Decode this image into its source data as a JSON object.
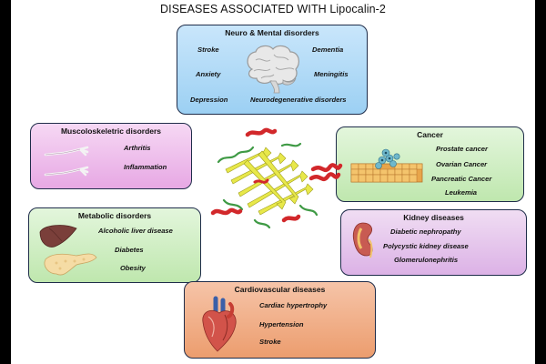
{
  "title": "DISEASES ASSOCIATED WITH Lipocalin-2",
  "boxes": {
    "neuro": {
      "heading": "Neuro & Mental disorders",
      "items": [
        "Stroke",
        "Dementia",
        "Anxiety",
        "Meningitis",
        "Depression",
        "Neurodegenerative disorders"
      ],
      "icon": "brain-icon"
    },
    "musculo": {
      "heading": "Muscoloskeletric disorders",
      "items": [
        "Arthritis",
        "Inflammation"
      ],
      "icon": "bone-icon"
    },
    "cancer": {
      "heading": "Cancer",
      "items": [
        "Prostate cancer",
        "Ovarian Cancer",
        "Pancreatic Cancer",
        "Leukemia"
      ],
      "icon": "cancer-cells-icon"
    },
    "metabolic": {
      "heading": "Metabolic disorders",
      "items": [
        "Alcoholic liver disease",
        "Diabetes",
        "Obesity"
      ],
      "icon": "liver-pancreas-icon"
    },
    "kidney": {
      "heading": "Kidney diseases",
      "items": [
        "Diabetic nephropathy",
        "Polycystic kidney disease",
        "Glomerulonephritis"
      ],
      "icon": "kidney-icon"
    },
    "cardio": {
      "heading": "Cardiovascular diseases",
      "items": [
        "Cardiac hypertrophy",
        "Hypertension",
        "Stroke"
      ],
      "icon": "heart-icon"
    }
  },
  "center_image": "protein-structure-icon"
}
